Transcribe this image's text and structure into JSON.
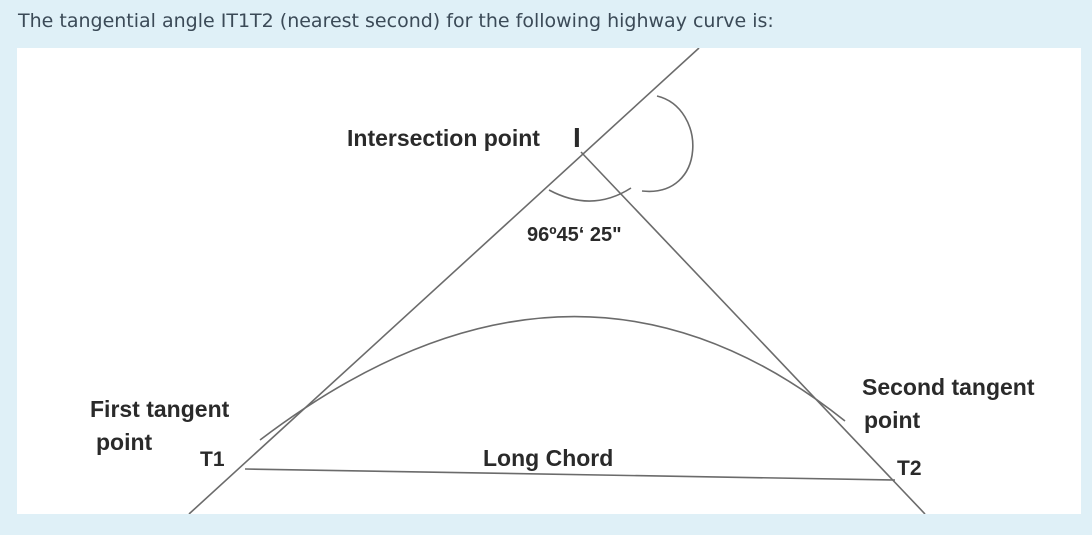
{
  "question": {
    "text": "The tangential angle IT1T2 (nearest second) for the following highway curve is:"
  },
  "diagram": {
    "intersection_label": "Intersection point",
    "intersection_marker": "I",
    "angle_label": "96º45‘ 25\"",
    "first_tangent_line1": "First tangent",
    "first_tangent_line2": "point",
    "t1_label": "T1",
    "second_tangent_line1": "Second tangent",
    "second_tangent_line2": "point",
    "t2_label": "T2",
    "chord_label": "Long Chord"
  },
  "colors": {
    "background": "#dff0f7",
    "figure_background": "#ffffff",
    "line": "#6b6b6b",
    "text": "#2a2a2a"
  }
}
